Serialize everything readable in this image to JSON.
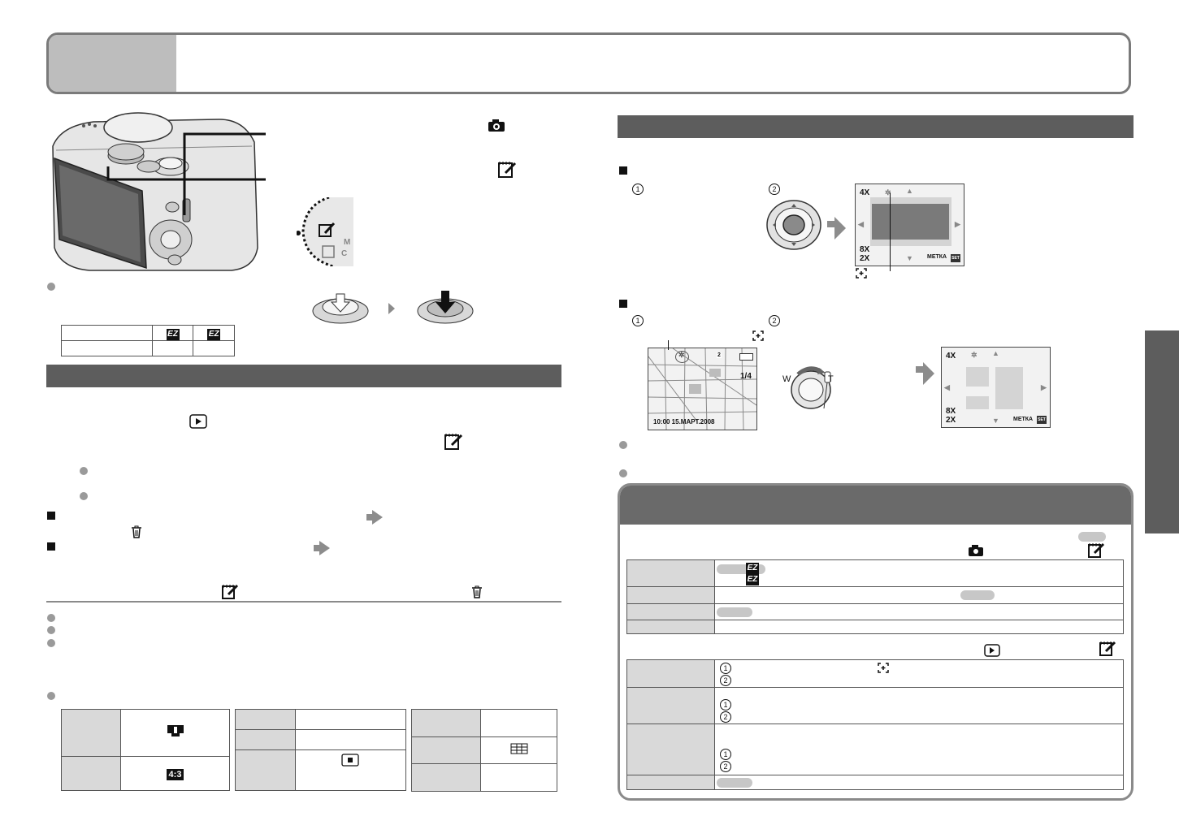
{
  "header": {
    "title": ""
  },
  "camera_panel": {
    "mode_label_rec": "",
    "mode_label_clip": "",
    "dial_marks": [
      "C",
      "M"
    ]
  },
  "ez_table": {
    "rows": [
      {
        "label": "",
        "col1": "EZ",
        "col2": "EZ"
      },
      {
        "label": "",
        "col1": "",
        "col2": ""
      }
    ]
  },
  "zoom_screen": {
    "zoom_4x": "4X",
    "zoom_8x": "8X",
    "zoom_2x": "2X",
    "metka": "МЕТКА",
    "set": "SET"
  },
  "map_screen": {
    "counter": "1/4",
    "distance": "2",
    "timestamp": "10:00 15.МАРТ.2008"
  },
  "zoom_lever": {
    "wide": "W",
    "tele": "T"
  },
  "bottom_tables": {
    "aspect": "4:3"
  },
  "icons": {
    "camera": "camera-icon",
    "clip": "clipboard-memo-icon",
    "play": "play-icon",
    "trash": "trash-icon",
    "zoom_frame": "zoom-frame-icon",
    "grid": "grid-icon"
  },
  "colors": {
    "section_bar": "#5d5d5d",
    "header_tab": "#bdbdbd",
    "frame": "#7a7a7a",
    "arrow": "#8c8c8c"
  }
}
